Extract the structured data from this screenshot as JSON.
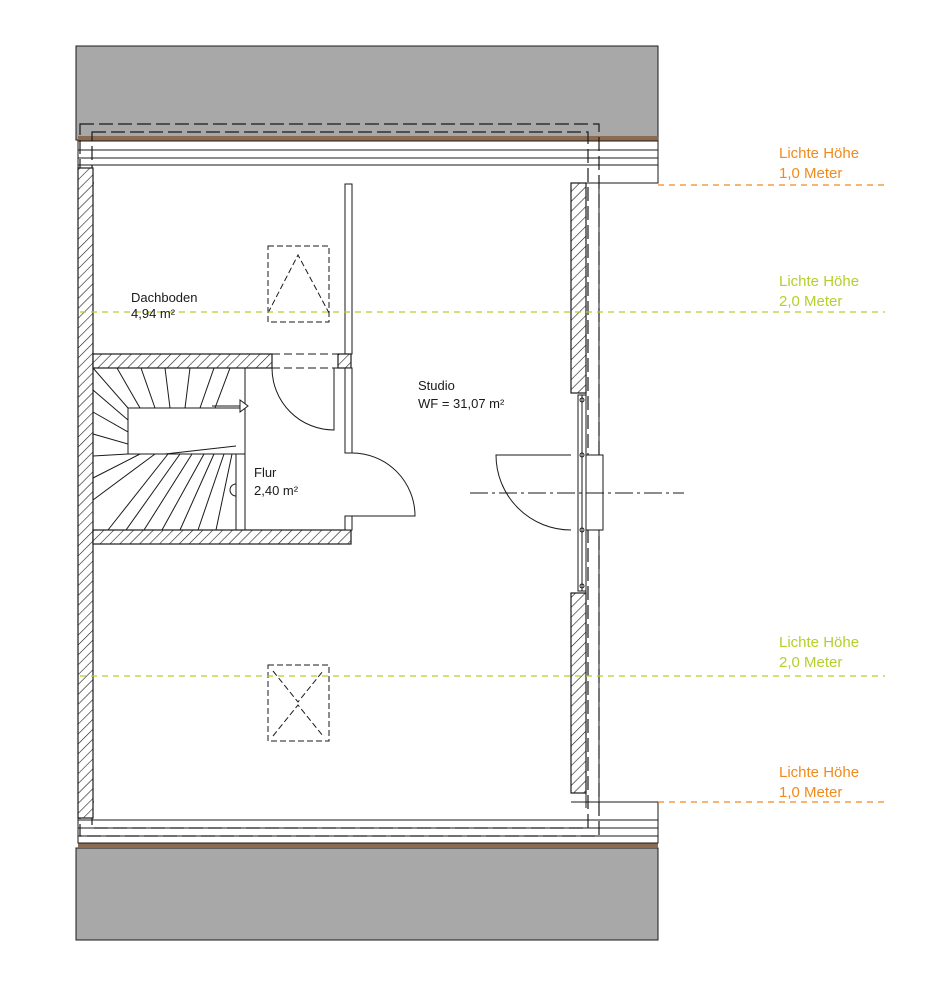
{
  "rooms": {
    "dachboden": {
      "name": "Dachboden",
      "area": "4,94 m²"
    },
    "studio": {
      "name": "Studio",
      "area": "WF = 31,07 m²"
    },
    "flur": {
      "name": "Flur",
      "area": "2,40 m²"
    }
  },
  "height_markers": [
    {
      "title": "Lichte Höhe",
      "value": "1,0 Meter",
      "color": "#f08a1c"
    },
    {
      "title": "Lichte Höhe",
      "value": "2,0 Meter",
      "color": "#b5cf2a"
    },
    {
      "title": "Lichte Höhe",
      "value": "2,0 Meter",
      "color": "#b5cf2a"
    },
    {
      "title": "Lichte Höhe",
      "value": "1,0 Meter",
      "color": "#f08a1c"
    }
  ],
  "colors": {
    "roof": "#a8a8a8",
    "wall_line": "#1a1a1a",
    "timber": "#8c6a50"
  }
}
